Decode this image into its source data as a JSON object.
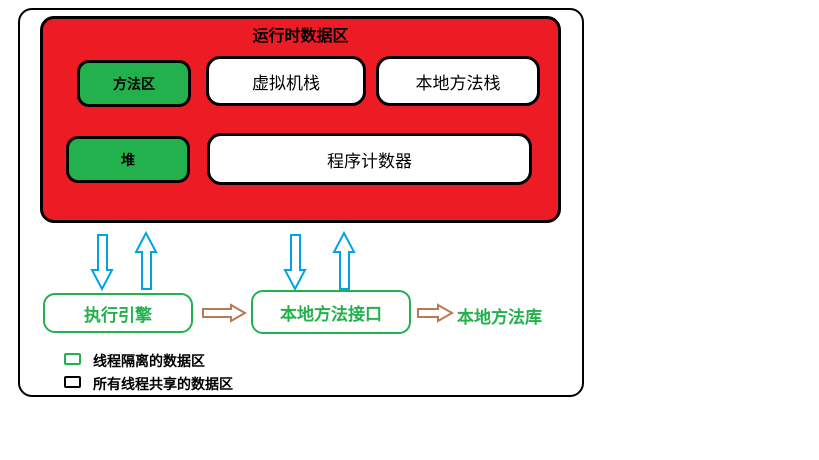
{
  "runtime_area": {
    "title": "运行时数据区",
    "method_area": "方法区",
    "vm_stack": "虚拟机栈",
    "native_method_stack": "本地方法栈",
    "heap": "堆",
    "program_counter": "程序计数器"
  },
  "execution_engine": "执行引擎",
  "native_interface": "本地方法接口",
  "native_library": "本地方法库",
  "legend": {
    "thread_isolated": "线程隔离的数据区",
    "thread_shared": "所有线程共享的数据区"
  },
  "colors": {
    "runtime_fill": "#ed1c24",
    "isolated_green": "#22b14c",
    "arrow_blue": "#00a2e8",
    "arrow_brown": "#b97a57"
  }
}
